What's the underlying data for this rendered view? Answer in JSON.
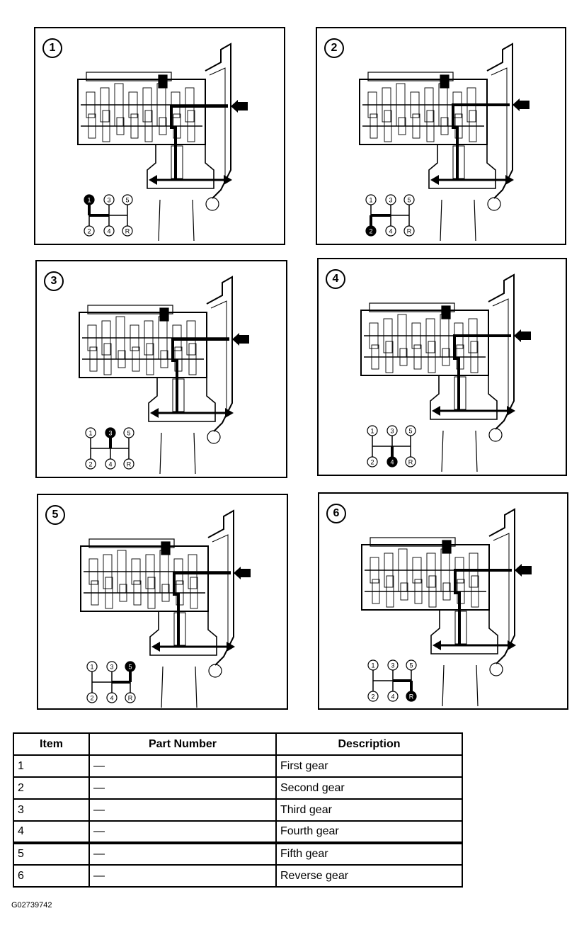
{
  "panels": [
    {
      "label": "1",
      "engaged": "1"
    },
    {
      "label": "2",
      "engaged": "2"
    },
    {
      "label": "3",
      "engaged": "3"
    },
    {
      "label": "4",
      "engaged": "4"
    },
    {
      "label": "5",
      "engaged": "5"
    },
    {
      "label": "6",
      "engaged": "R"
    }
  ],
  "shift_pattern": {
    "top": [
      "1",
      "3",
      "5"
    ],
    "bottom": [
      "2",
      "4",
      "R"
    ]
  },
  "table": {
    "headers": {
      "item": "Item",
      "part": "Part Number",
      "desc": "Description"
    },
    "rows": [
      {
        "item": "1",
        "part": "—",
        "desc": "First gear"
      },
      {
        "item": "2",
        "part": "—",
        "desc": "Second gear"
      },
      {
        "item": "3",
        "part": "—",
        "desc": "Third gear"
      },
      {
        "item": "4",
        "part": "—",
        "desc": "Fourth gear"
      },
      {
        "item": "5",
        "part": "—",
        "desc": "Fifth gear"
      },
      {
        "item": "6",
        "part": "—",
        "desc": "Reverse gear"
      }
    ]
  },
  "figure_code": "G02739742",
  "colors": {
    "ink": "#000000",
    "paper": "#ffffff"
  }
}
